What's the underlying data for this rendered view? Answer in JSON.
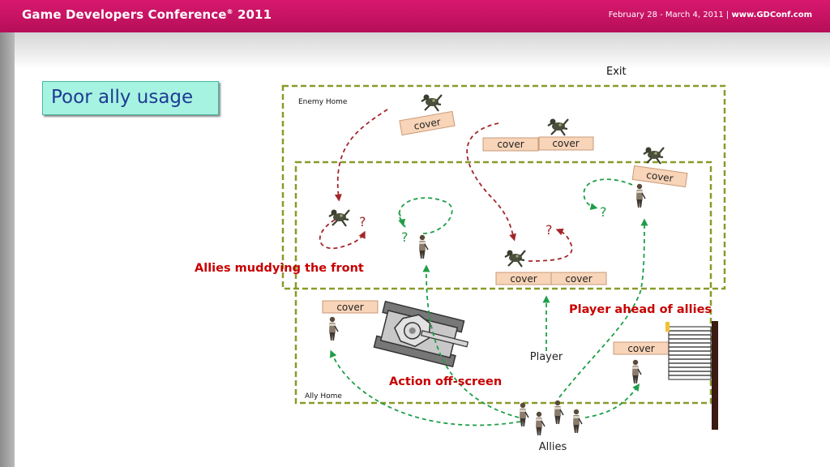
{
  "header": {
    "conference": "Game Developers Conference",
    "reg": "®",
    "year": "2011",
    "dates": "February 28 - March 4, 2011 |",
    "site": "www.GDConf.com"
  },
  "slide": {
    "title": "Poor ally usage"
  },
  "diagram": {
    "exit": "Exit",
    "enemy_home": "Enemy Home",
    "ally_home": "Ally Home",
    "cover": "cover",
    "question": "?",
    "player": "Player",
    "allies": "Allies",
    "annotation_front": "Allies muddying  the front",
    "annotation_player": "Player ahead of allies",
    "annotation_offscreen": "Action off-screen",
    "colors": {
      "enemy_path": "#a3262a",
      "ally_path": "#1f9e48",
      "zone_border": "#8a9a2a",
      "annotation": "#c80000",
      "cover_fill": "#f8d4b8"
    }
  }
}
